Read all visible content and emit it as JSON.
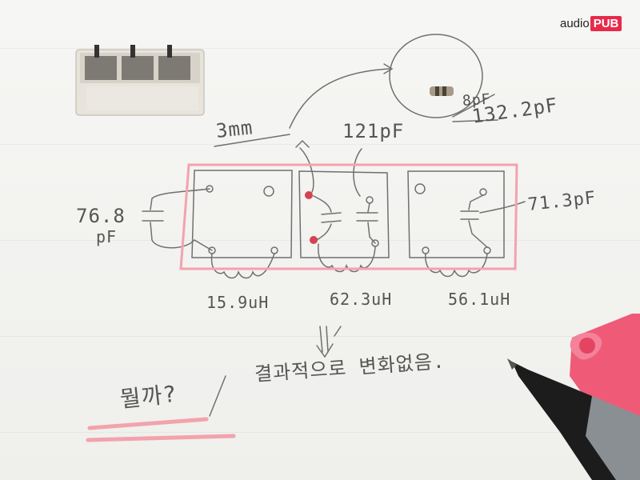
{
  "branding": {
    "logo_left": "audio",
    "logo_right": "PUB"
  },
  "sketch": {
    "label_top_left": "3mm",
    "label_top_right": "121pF",
    "label_crossed": "8pF",
    "label_far_right": "132.2pF",
    "cap_left": "76.8",
    "cap_left_unit": "pF",
    "cap_right": "71.3pF",
    "inductor_1": "15.9uH",
    "inductor_2": "62.3uH",
    "inductor_3": "56.1uH",
    "korean_note": "결과적으로 변화없음.",
    "korean_bottom": "뭘까?"
  },
  "colors": {
    "highlighter": "#f2a3ad",
    "pencil": "#6a6a6a",
    "pen_pink": "#ef5b77",
    "pen_black": "#1c1c1c"
  }
}
